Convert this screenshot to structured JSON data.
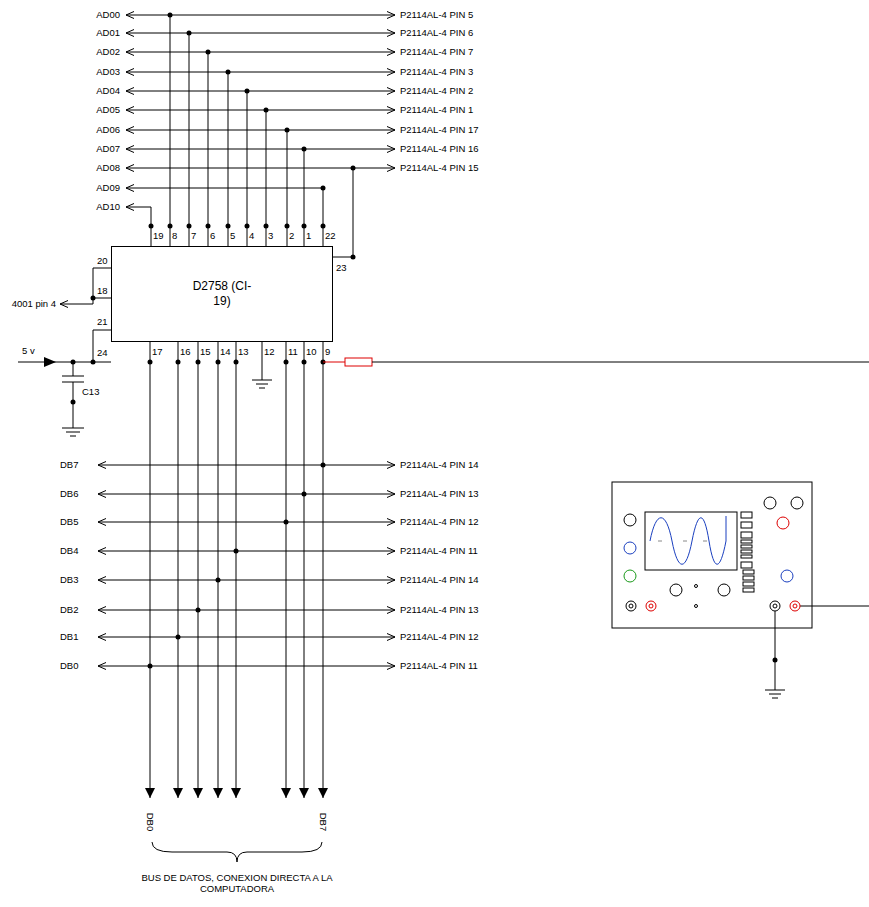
{
  "diagram": {
    "nodes": [
      {
        "text": [
          "D2758 (CI-19)"
        ]
      }
    ],
    "labels": [
      "AD00",
      "AD01",
      "AD02",
      "AD03",
      "AD04",
      "AD05",
      "AD06",
      "AD07",
      "AD08",
      "AD09",
      "AD10",
      "P2114AL-4 PIN 5",
      "P2114AL-4 PIN 6",
      "P2114AL-4 PIN 7",
      "P2114AL-4 PIN 3",
      "P2114AL-4 PIN 2",
      "P2114AL-4 PIN 1",
      "P2114AL-4 PIN 17",
      "P2114AL-4 PIN 16",
      "P2114AL-4 PIN 15",
      "19",
      "8",
      "7",
      "6",
      "5",
      "4",
      "3",
      "2",
      "1",
      "22",
      "23",
      "20",
      "18",
      "21",
      "4001 pin 4",
      "5 v",
      "C13",
      "24",
      "17",
      "16",
      "15",
      "14",
      "13",
      "12",
      "11",
      "10",
      "9",
      "DB7",
      "DB6",
      "DB5",
      "DB4",
      "DB3",
      "DB2",
      "DB1",
      "DB0",
      "P2114AL-4 PIN 14",
      "P2114AL-4 PIN 13",
      "P2114AL-4 PIN 12",
      "P2114AL-4 PIN 11",
      "P2114AL-4 PIN 14",
      "P2114AL-4 PIN 13",
      "P2114AL-4 PIN 12",
      "P2114AL-4 PIN 11",
      "DB0",
      "DB7",
      "BUS DE DATOS, CONEXION DIRECTA A LA COMPUTADORA"
    ]
  }
}
